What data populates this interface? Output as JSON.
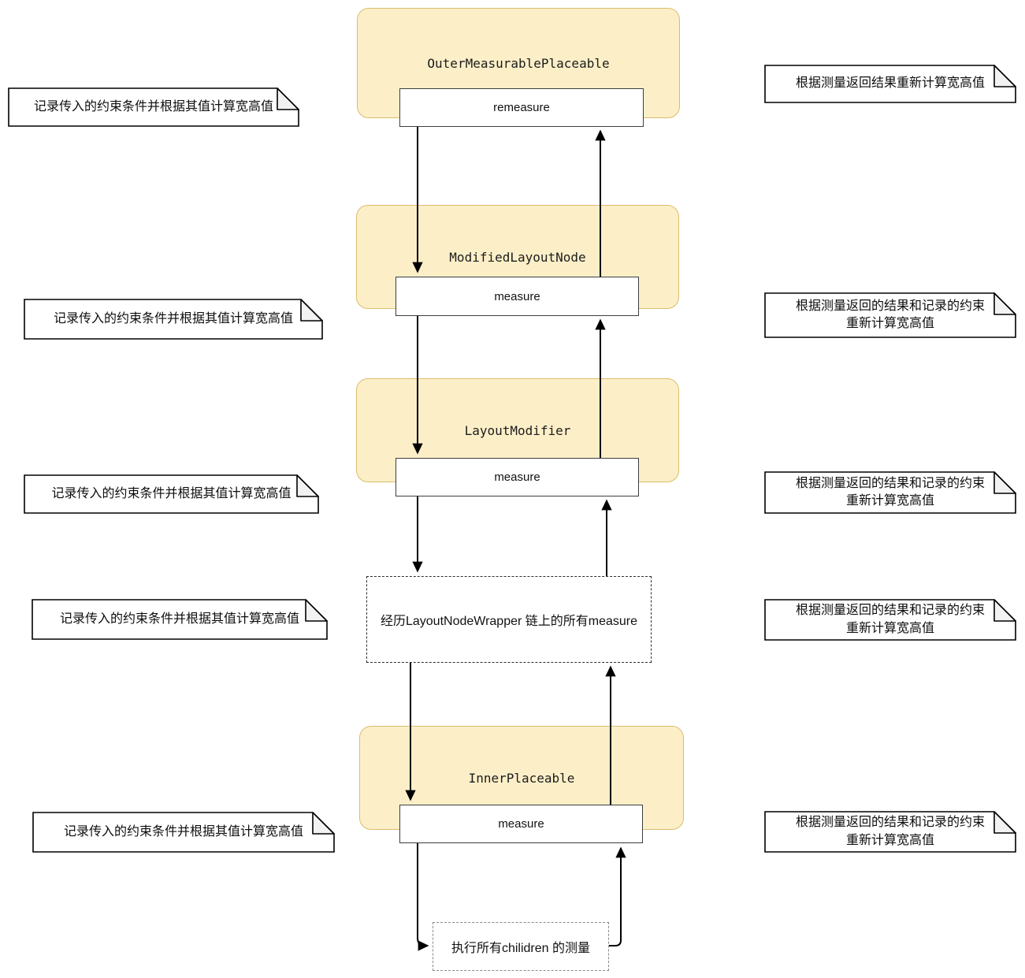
{
  "colors": {
    "canvas-bg": "#ffffff",
    "group-fill": "#fcefc8",
    "group-border": "#d9bd6e",
    "method-border": "#3d3d3d",
    "note-fill": "#ffffff",
    "note-border": "#000000",
    "fold-fill": "#f2f2f2",
    "dashed-border": "#2e2e2e",
    "dashed2-border": "#8a8a8a",
    "line": "#000000",
    "text": "#141414"
  },
  "diagram": {
    "groups": [
      {
        "title": "OuterMeasurablePlaceable",
        "method": "remeasure"
      },
      {
        "title": "ModifiedLayoutNode",
        "method": "measure"
      },
      {
        "title": "LayoutModifier",
        "method": "measure"
      },
      {
        "title": "InnerPlaceable",
        "method": "measure"
      }
    ],
    "process_boxes": [
      {
        "label": "经历LayoutNodeWrapper 链上的所有measure"
      },
      {
        "label": "执行所有chilidren 的测量"
      }
    ],
    "left_notes": [
      {
        "text": "记录传入的约束条件并根据其值计算宽高值"
      },
      {
        "text": "记录传入的约束条件并根据其值计算宽高值"
      },
      {
        "text": "记录传入的约束条件并根据其值计算宽高值"
      },
      {
        "text": "记录传入的约束条件并根据其值计算宽高值"
      },
      {
        "text": "记录传入的约束条件并根据其值计算宽高值"
      }
    ],
    "right_notes": [
      {
        "lines": [
          "根据测量返回结果重新计算宽高值"
        ]
      },
      {
        "lines": [
          "根据测量返回的结果和记录的约束",
          "重新计算宽高值"
        ]
      },
      {
        "lines": [
          "根据测量返回的结果和记录的约束",
          "重新计算宽高值"
        ]
      },
      {
        "lines": [
          "根据测量返回的结果和记录的约束",
          "重新计算宽高值"
        ]
      },
      {
        "lines": [
          "根据测量返回的结果和记录的约束",
          "重新计算宽高值"
        ]
      }
    ]
  }
}
